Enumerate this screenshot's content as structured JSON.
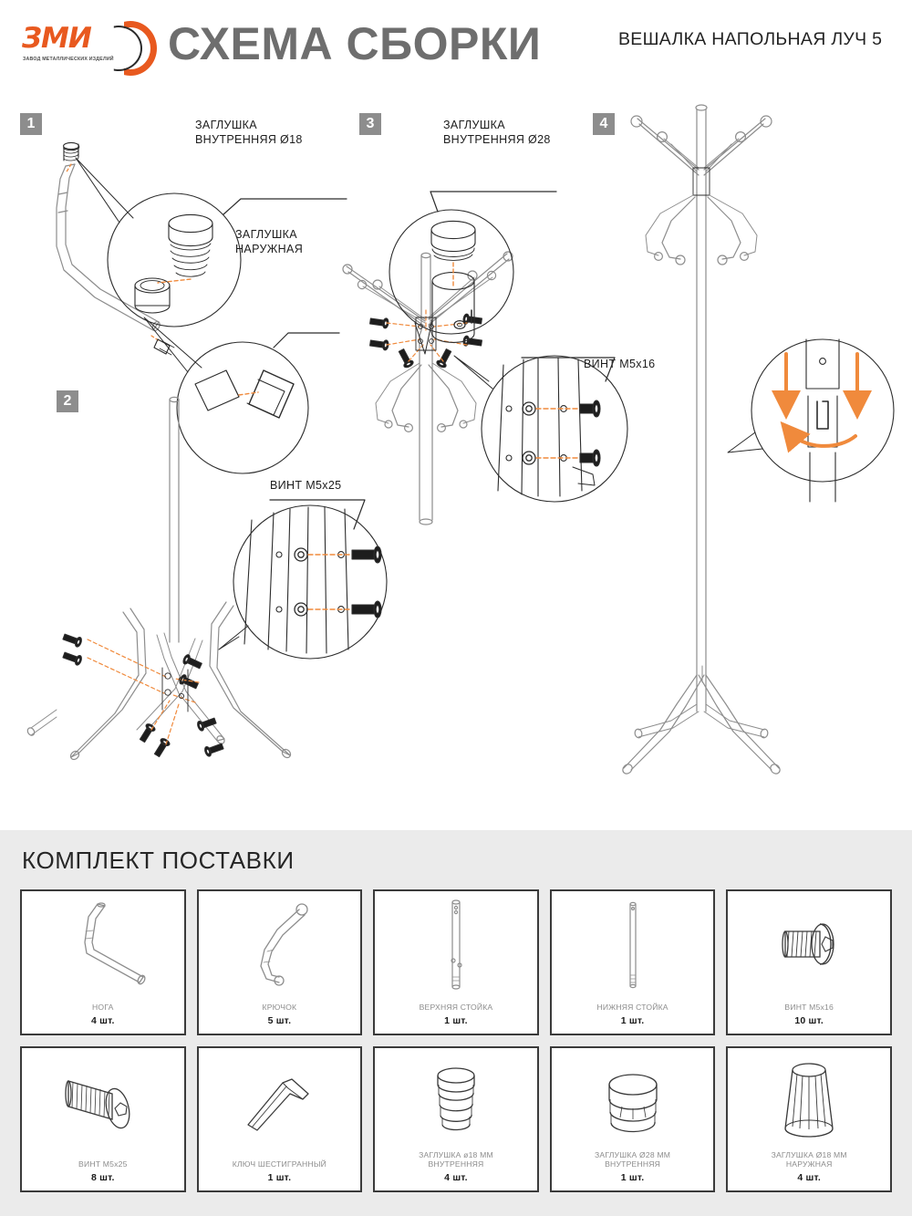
{
  "header": {
    "logo_text": "ЗМИ",
    "logo_tagline": "ЗАВОД МЕТАЛЛИЧЕСКИХ ИЗДЕЛИЙ",
    "title": "СХЕМА СБОРКИ",
    "subtitle": "ВЕШАЛКА НАПОЛЬНАЯ\nЛУЧ 5",
    "brand_orange": "#E8591F",
    "title_gray": "#6e6e6e"
  },
  "steps": [
    {
      "number": "1",
      "callouts": [
        "ЗАГЛУШКА\nВНУТРЕННЯЯ Ø18",
        "ЗАГЛУШКА\nНАРУЖНАЯ"
      ]
    },
    {
      "number": "2",
      "callouts": [
        "ВИНТ M5x25"
      ]
    },
    {
      "number": "3",
      "callouts": [
        "ЗАГЛУШКА\nВНУТРЕННЯЯ Ø28",
        "ВИНТ M5x16"
      ]
    },
    {
      "number": "4",
      "callouts": []
    }
  ],
  "callout_labels": {
    "s1_inner_cap": "ЗАГЛУШКА\nВНУТРЕННЯЯ Ø18",
    "s1_outer_cap": "ЗАГЛУШКА\nНАРУЖНАЯ",
    "s2_screw": "ВИНТ M5x25",
    "s3_inner_cap": "ЗАГЛУШКА\nВНУТРЕННЯЯ Ø28",
    "s3_screw": "ВИНТ M5x16"
  },
  "parts": {
    "title": "КОМПЛЕКТ ПОСТАВКИ",
    "items": [
      {
        "icon": "leg-icon",
        "name": "НОГА",
        "qty": "4 шт."
      },
      {
        "icon": "hook-icon",
        "name": "КРЮЧОК",
        "qty": "5 шт."
      },
      {
        "icon": "upper-post-icon",
        "name": "ВЕРХНЯЯ СТОЙКА",
        "qty": "1 шт."
      },
      {
        "icon": "lower-post-icon",
        "name": "НИЖНЯЯ СТОЙКА",
        "qty": "1 шт."
      },
      {
        "icon": "screw-m5x16-icon",
        "name": "ВИНТ M5x16",
        "qty": "10 шт."
      },
      {
        "icon": "screw-m5x25-icon",
        "name": "ВИНТ M5x25",
        "qty": "8 шт."
      },
      {
        "icon": "hex-key-icon",
        "name": "КЛЮЧ ШЕСТИГРАННЫЙ",
        "qty": "1 шт."
      },
      {
        "icon": "cap-18-inner-icon",
        "name": "ЗАГЛУШКА ø18 ММ\nВНУТРЕННЯЯ",
        "qty": "4 шт."
      },
      {
        "icon": "cap-28-inner-icon",
        "name": "ЗАГЛУШКА Ø28 ММ\nВНУТРЕННЯЯ",
        "qty": "1 шт."
      },
      {
        "icon": "cap-18-outer-icon",
        "name": "ЗАГЛУШКА Ø18 ММ\nНАРУЖНАЯ",
        "qty": "4 шт."
      }
    ]
  },
  "colors": {
    "panel_bg": "#ebebeb",
    "line": "#3a3a3a",
    "accent_orange": "#F08A3C",
    "part_label": "#8c8c8c"
  }
}
